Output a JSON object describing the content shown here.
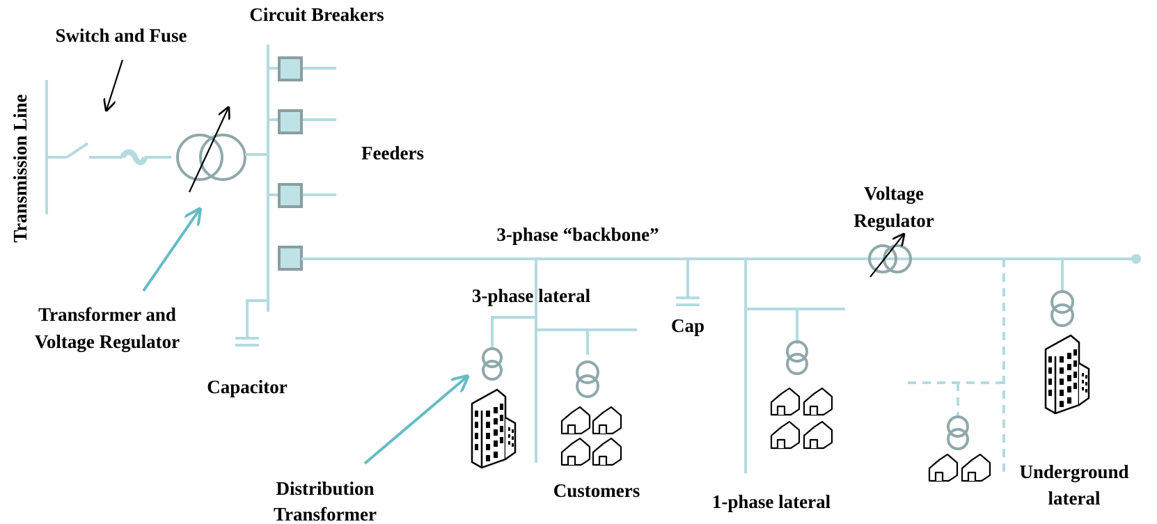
{
  "labels": {
    "transmission_line": "Transmission Line",
    "switch_and_fuse": "Switch and Fuse",
    "circuit_breakers": "Circuit Breakers",
    "feeders": "Feeders",
    "transformer_voltage_regulator_1": "Transformer and",
    "transformer_voltage_regulator_2": "Voltage Regulator",
    "capacitor": "Capacitor",
    "backbone": "3-phase “backbone”",
    "voltage_regulator_1": "Voltage",
    "voltage_regulator_2": "Regulator",
    "three_phase_lateral": "3-phase lateral",
    "cap": "Cap",
    "customers": "Customers",
    "distribution_transformer_1": "Distribution",
    "distribution_transformer_2": "Transformer",
    "one_phase_lateral": "1-phase lateral",
    "underground_lateral_1": "Underground",
    "underground_lateral_2": "lateral"
  },
  "colors": {
    "line": "#b3dbe0",
    "coil": "#8fa8ab",
    "breaker_fill": "#bfe2e6",
    "teal_arrow": "#66bcc3",
    "text": "#000000"
  },
  "icons": [
    "switch-icon",
    "fuse-icon",
    "transformer-icon",
    "circuit-breaker-icon",
    "capacitor-icon",
    "building-icon",
    "house-icon"
  ]
}
